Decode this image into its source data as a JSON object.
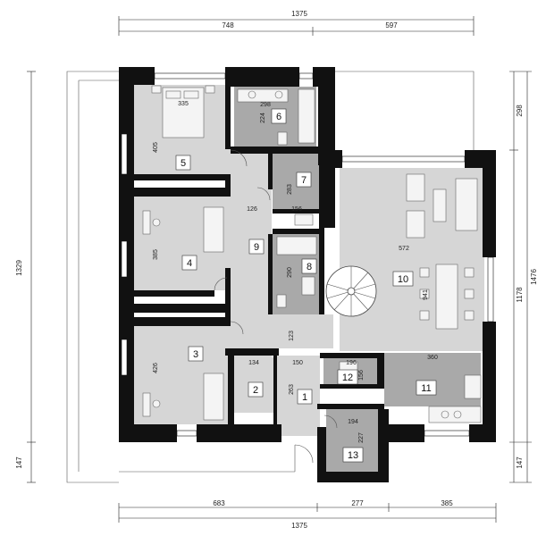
{
  "dimensions": {
    "top_total": "1375",
    "top_left": "748",
    "top_right": "597",
    "bottom_left": "683",
    "bottom_mid": "277",
    "bottom_right": "385",
    "bottom_total": "1375",
    "left_total": "1329",
    "left_bottom": "147",
    "right_top": "298",
    "right_mid": "1178",
    "right_total": "1476",
    "right_bottom": "147"
  },
  "rooms": [
    {
      "id": "5",
      "width": "335",
      "depth": "405"
    },
    {
      "id": "6",
      "width": "298",
      "depth": "224"
    },
    {
      "id": "7",
      "width": "156",
      "depth": "283"
    },
    {
      "id": "4",
      "depth": "385"
    },
    {
      "id": "9",
      "width": "126"
    },
    {
      "id": "8",
      "depth": "290"
    },
    {
      "id": "10",
      "width": "572",
      "depth": "941"
    },
    {
      "id": "3",
      "depth": "426"
    },
    {
      "id": "2",
      "width": "134"
    },
    {
      "id": "1",
      "width": "150",
      "depth": "263",
      "extra": "123"
    },
    {
      "id": "12",
      "width": "196",
      "depth": "156"
    },
    {
      "id": "11",
      "width": "360"
    },
    {
      "id": "13",
      "width": "194",
      "depth": "227"
    }
  ],
  "colors": {
    "wall": "#111111",
    "floor_light": "#d6d6d6",
    "floor_dark": "#a9a9a9",
    "terrace": "#ffffff"
  }
}
